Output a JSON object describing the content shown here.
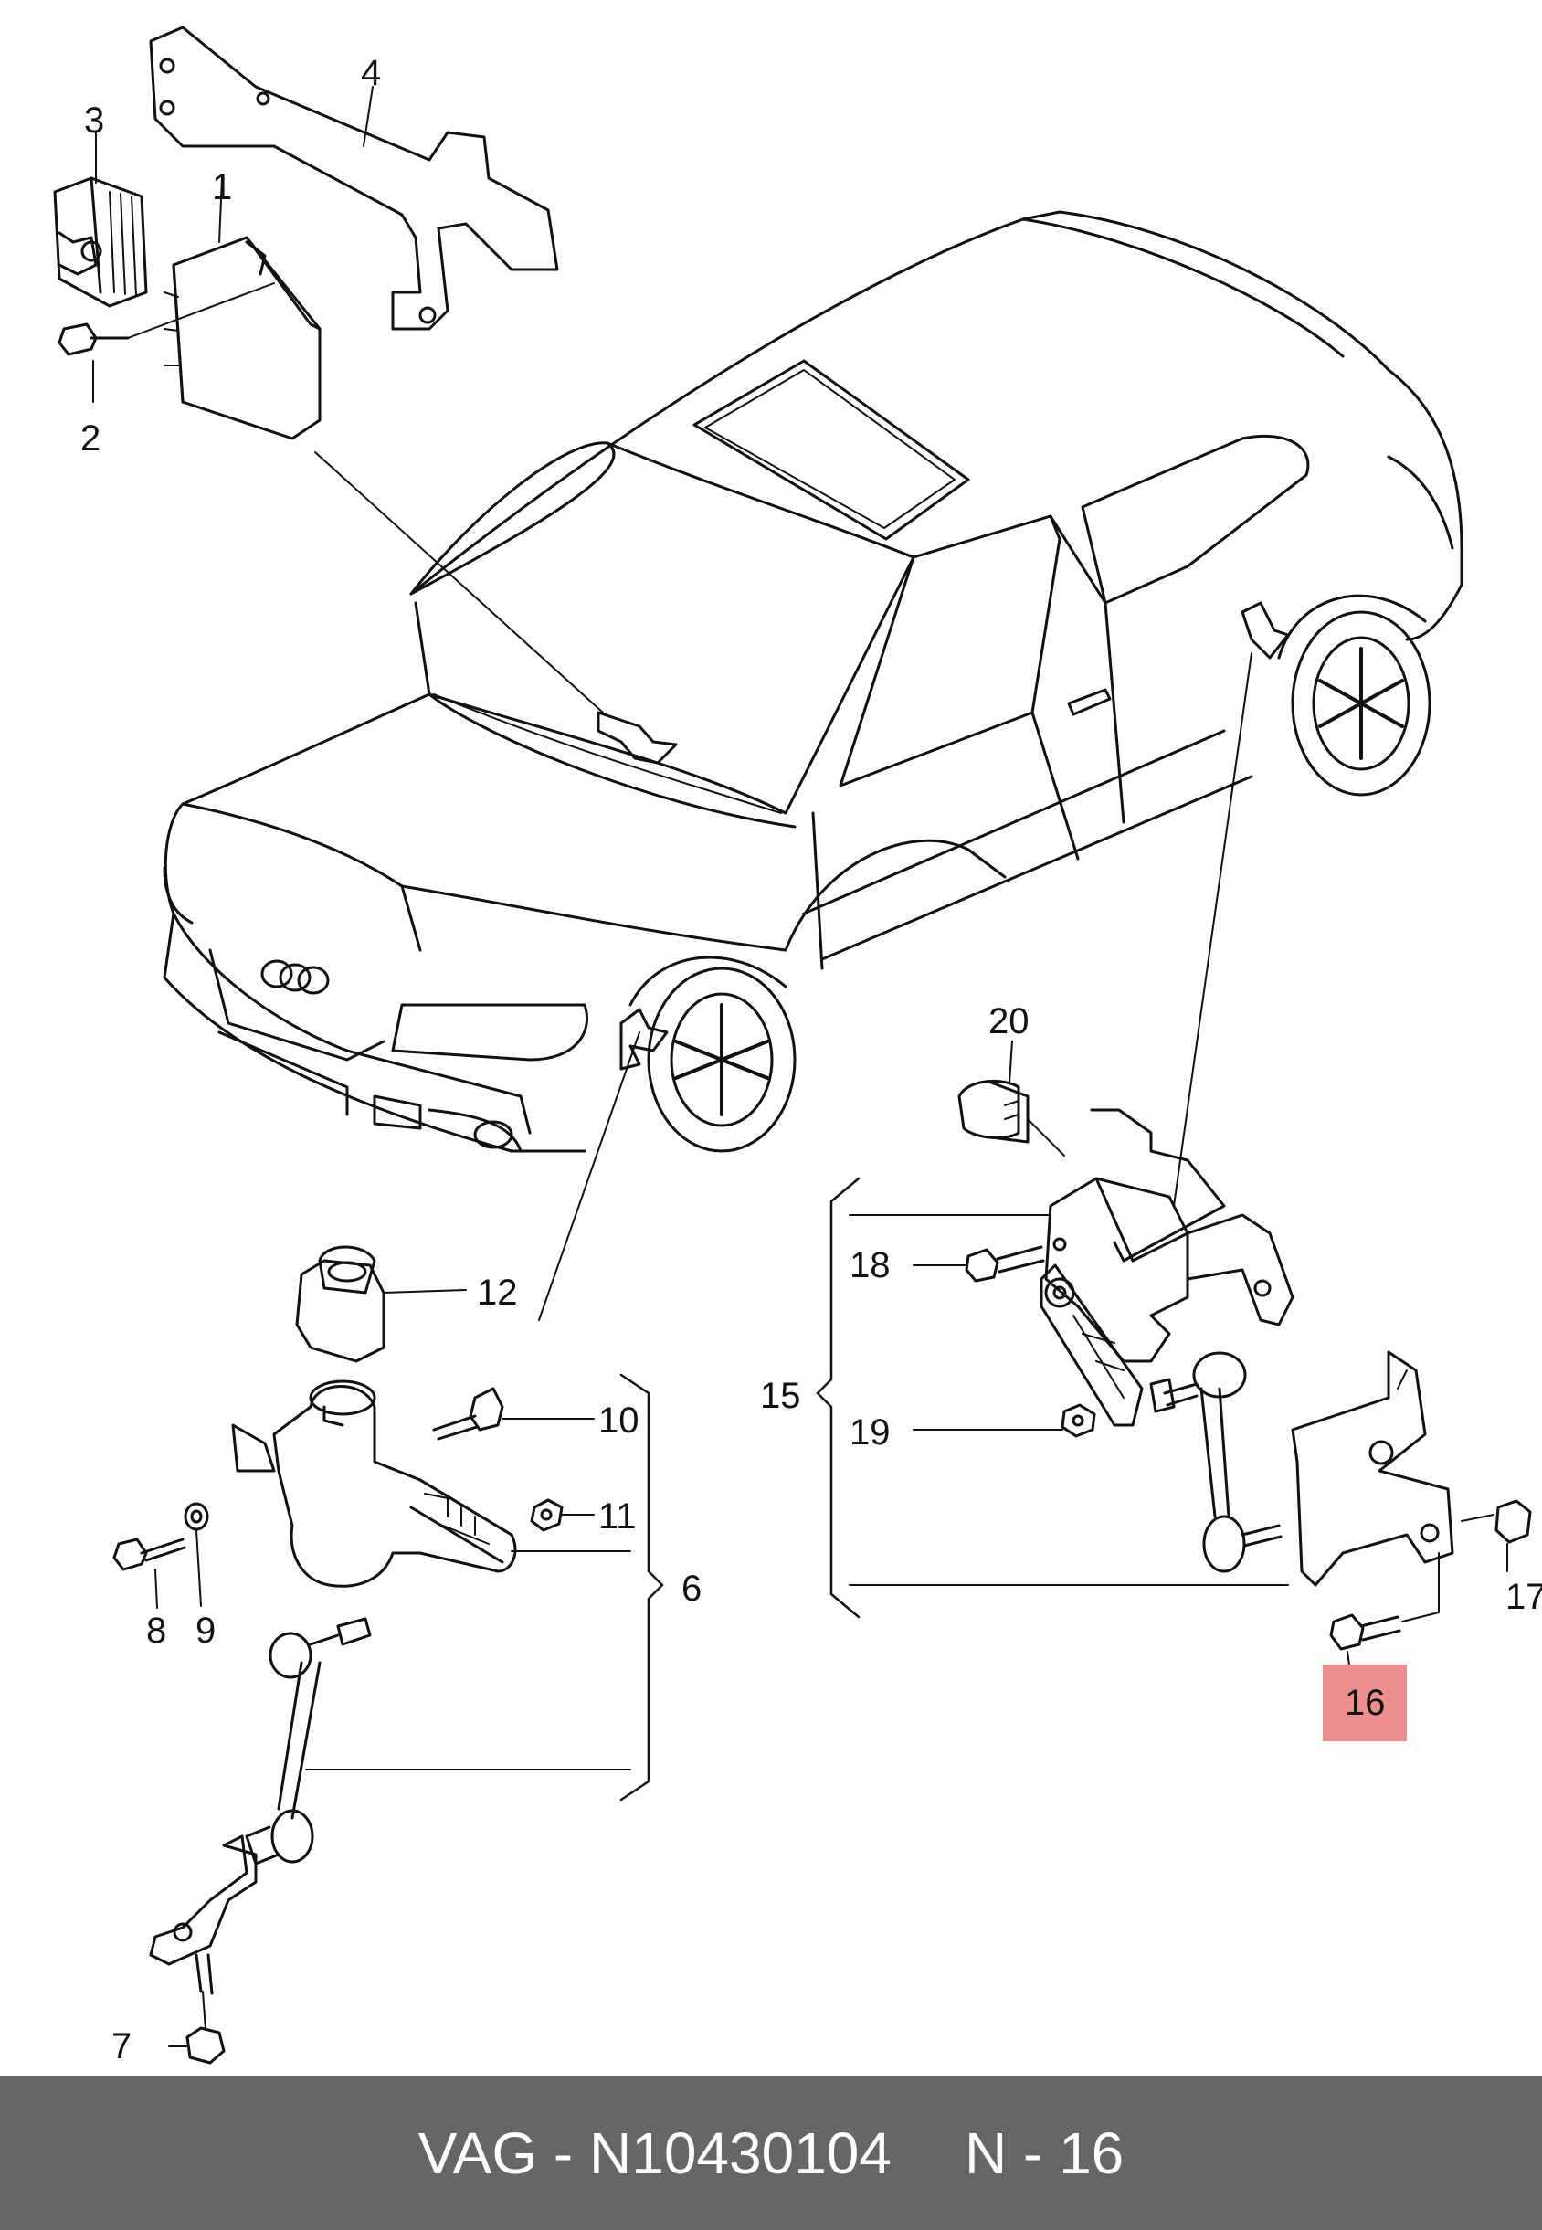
{
  "labels": {
    "l1": "1",
    "l2": "2",
    "l3": "3",
    "l4": "4",
    "l6": "6",
    "l7": "7",
    "l8": "8",
    "l9": "9",
    "l10": "10",
    "l11": "11",
    "l12": "12",
    "l15": "15",
    "l16": "16",
    "l17": "17",
    "l18": "18",
    "l19": "19",
    "l20": "20"
  },
  "highlighted_part": "16",
  "highlight_color": "#ee8d8d",
  "footer": {
    "part_number": "VAG - N10430104",
    "position": "N - 16"
  }
}
